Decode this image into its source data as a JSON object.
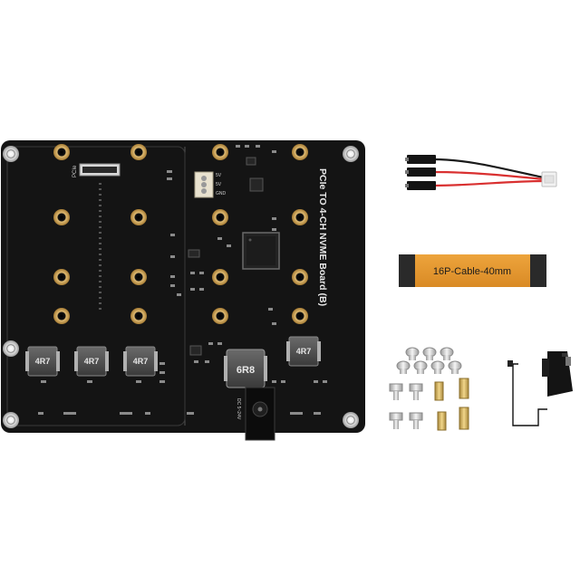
{
  "board": {
    "title": "PCIe TO 4-CH NVME Board (B)",
    "pcie_label": "PCIe",
    "power_labels": [
      "5V",
      "5V",
      "GND"
    ],
    "inductor_labels": [
      "4R7",
      "4R7",
      "4R7",
      "4R7"
    ],
    "main_inductor_label": "6R8",
    "dc_label": "DC 5~24V"
  },
  "cable": {
    "label": "16P-Cable-40mm"
  },
  "colors": {
    "pcb": "#141414",
    "gold": "#c9a25a",
    "ribbon": "#e2962f",
    "wire_red": "#d93030",
    "wire_black": "#1a1a1a"
  }
}
